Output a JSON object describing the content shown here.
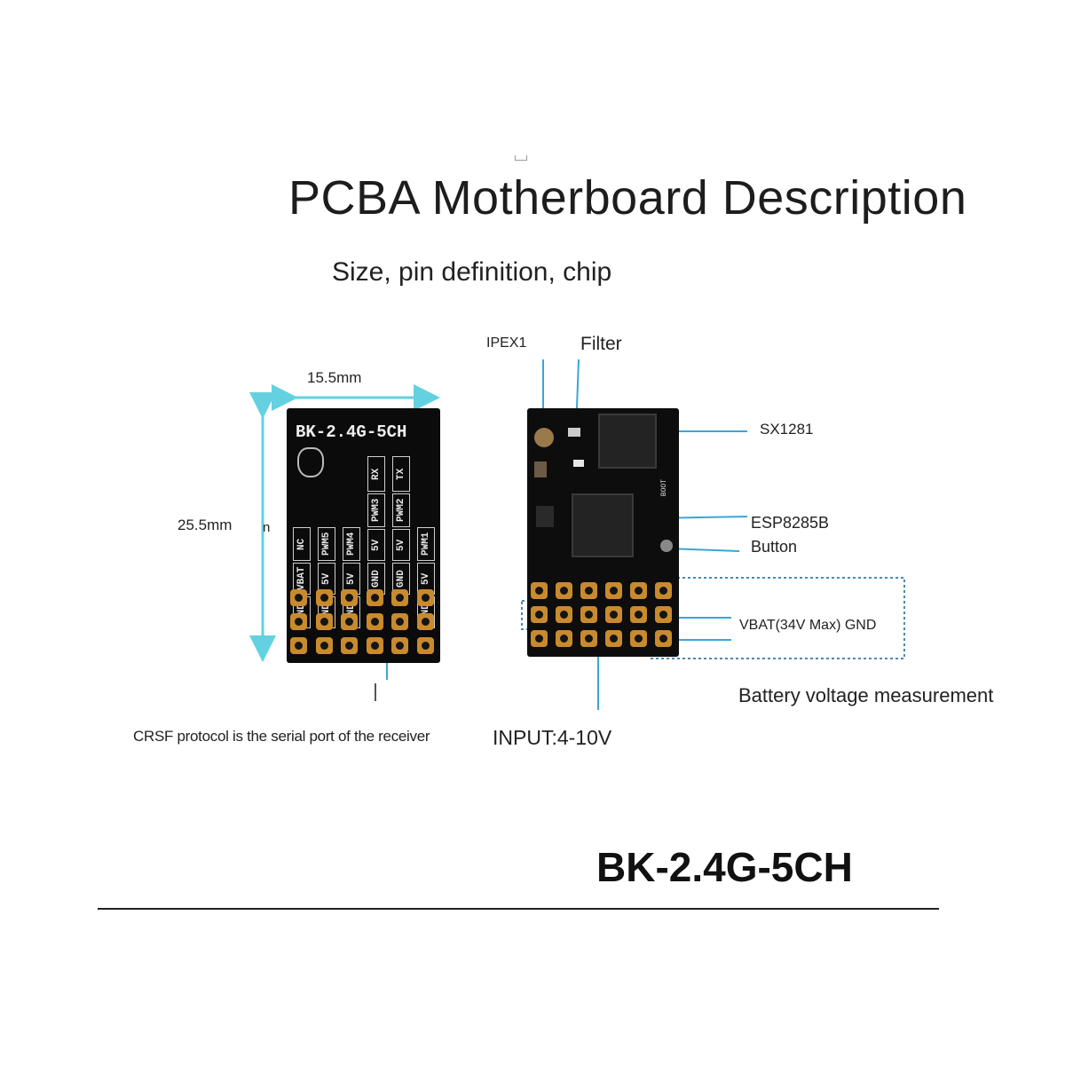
{
  "header": {
    "title": "PCBA Motherboard Description",
    "subtitle": "Size, pin definition, chip"
  },
  "left_board": {
    "width_label": "15.5mm",
    "height_label": "25.5mm",
    "stray_mark": "n",
    "board_name": "BK-2.4G-5CH",
    "columns": [
      {
        "top": "",
        "cells": [
          "NC",
          "GND"
        ]
      },
      {
        "top": "",
        "cells": [
          "PWM5",
          "5V",
          "GND"
        ]
      },
      {
        "top": "",
        "cells": [
          "PWM4",
          "5V",
          "GND"
        ]
      },
      {
        "top": "RX",
        "cells": [
          "PWM3",
          "5V",
          "GND"
        ]
      },
      {
        "top": "TX",
        "cells": [
          "PWM2",
          "5V",
          "GND"
        ]
      },
      {
        "top": "",
        "cells": [
          "PWM1",
          "5V",
          "GND"
        ]
      }
    ],
    "vbat_cell": "VBAT",
    "caption": "CRSF protocol is the serial port of the receiver"
  },
  "right_board": {
    "labels": {
      "ipex": "IPEX1",
      "filter": "Filter",
      "sx": "SX1281",
      "esp": "ESP8285B",
      "button": "Button",
      "vbat": "VBAT(34V Max) GND",
      "battery": "Battery voltage measurement",
      "input": "INPUT:4-10V"
    },
    "boot_text": "BOOT"
  },
  "footer": {
    "model": "BK-2.4G-5CH"
  },
  "colors": {
    "board": "#0b0b0b",
    "pad": "#c98a2e",
    "leader": "#3aa6d6",
    "dim_arrow": "#63d1df",
    "dotted": "#4a88b8"
  }
}
